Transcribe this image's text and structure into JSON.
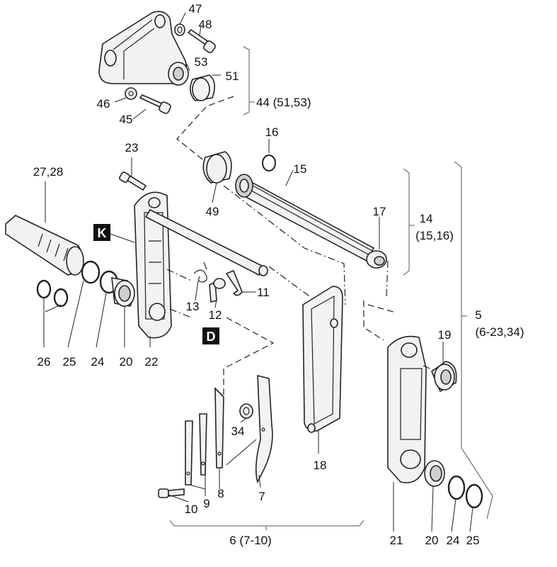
{
  "labels": {
    "p47": "47",
    "p48": "48",
    "p53": "53",
    "p51": "51",
    "p46": "46",
    "p45": "45",
    "g44": "44 (51,53)",
    "p16": "16",
    "p15": "15",
    "p23": "23",
    "p2728": "27,28",
    "p17": "17",
    "g14a": "14",
    "g14b": "(15,16)",
    "p49": "49",
    "p11": "11",
    "p13": "13",
    "p12": "12",
    "g5a": "5",
    "g5b": "(6-23,34)",
    "p26": "26",
    "p25a": "25",
    "p24a": "24",
    "p20a": "20",
    "p22": "22",
    "p19": "19",
    "p34": "34",
    "p18": "18",
    "p10": "10",
    "p9": "9",
    "p8": "8",
    "p7": "7",
    "g6": "6 (7-10)",
    "p21": "21",
    "p20b": "20",
    "p24b": "24",
    "p25b": "25"
  },
  "badges": {
    "k": "K",
    "d": "D"
  }
}
